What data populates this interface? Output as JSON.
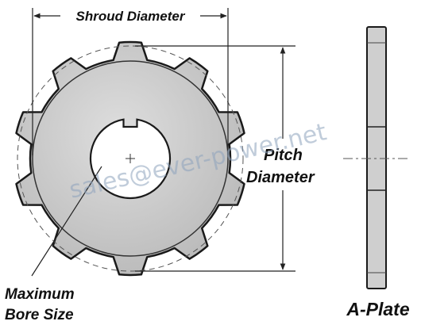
{
  "labels": {
    "shroud_diameter": "Shroud Diameter",
    "pitch_line1": "Pitch",
    "pitch_line2": "Diameter",
    "bore_line1": "Maximum",
    "bore_line2": "Bore Size",
    "side_view": "A-Plate"
  },
  "watermark": "sales@ever-power.net",
  "colors": {
    "plate_fill": "#c9c9c9",
    "outline": "#1a1a1a",
    "dim_line": "#222222",
    "watermark": "#8ea3bd"
  }
}
